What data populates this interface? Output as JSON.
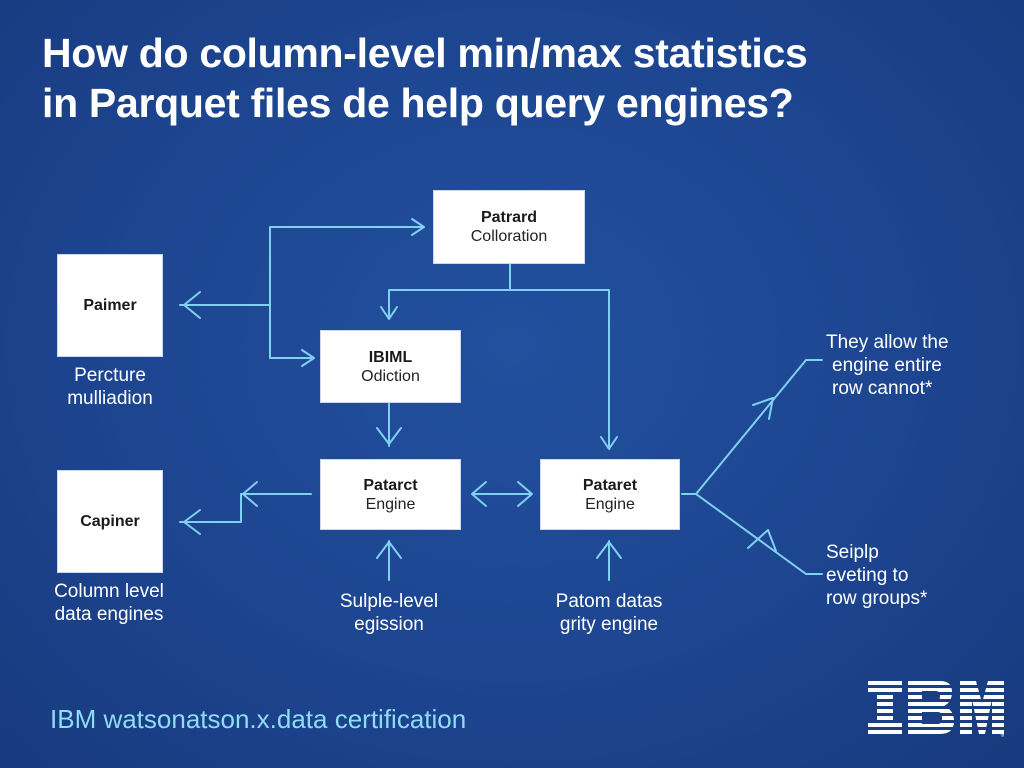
{
  "title": {
    "line1": "How do column-level min/max statistics",
    "line2": "in Parquet files de help query engines?"
  },
  "boxes": {
    "top_center": {
      "title": "Patrard",
      "subtitle": "Colloration"
    },
    "left_top": {
      "title": "Paimer"
    },
    "left_bottom": {
      "title": "Capiner"
    },
    "middle": {
      "title": "IBIML",
      "subtitle": "Odiction"
    },
    "engine_left": {
      "title": "Patarct",
      "subtitle": "Engine"
    },
    "engine_right": {
      "title": "Pataret",
      "subtitle": "Engine"
    }
  },
  "captions": {
    "left_top": {
      "line1": "Percture",
      "line2": "mulliadion"
    },
    "left_bottom": {
      "line1": "Column level",
      "line2": "data engines"
    },
    "engine_left": {
      "line1": "Sulple-level",
      "line2": "egission"
    },
    "engine_right": {
      "line1": "Patom datas",
      "line2": "grity engine"
    }
  },
  "side_notes": {
    "upper": {
      "line1": "They allow the",
      "line2": "engine entire",
      "line3": "row cannot*"
    },
    "lower": {
      "line1": "Seiplp",
      "line2": "eveting to",
      "line3": "row groups*"
    }
  },
  "footer": {
    "text": "IBM watsonatson.x.data certification"
  },
  "logo": {
    "text": "IBM",
    "name": "ibm-logo"
  },
  "colors": {
    "background": "#1e4590",
    "connector": "#7fd0f2",
    "footer_text": "#8fdcf7",
    "box_fill": "#ffffff"
  }
}
